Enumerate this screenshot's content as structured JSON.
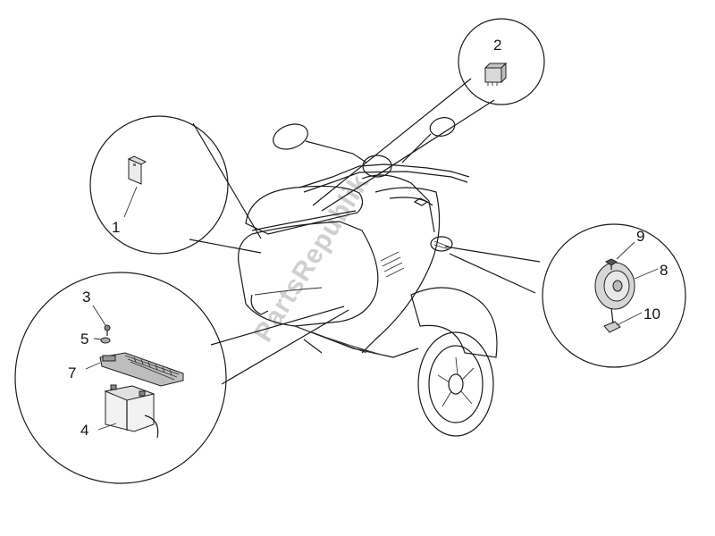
{
  "watermark": "PartsRepublik",
  "callouts": [
    {
      "id": "1",
      "label": "1"
    },
    {
      "id": "2",
      "label": "2"
    },
    {
      "id": "3",
      "label": "3"
    },
    {
      "id": "4",
      "label": "4"
    },
    {
      "id": "5",
      "label": "5"
    },
    {
      "id": "7",
      "label": "7"
    },
    {
      "id": "8",
      "label": "8"
    },
    {
      "id": "9",
      "label": "9"
    },
    {
      "id": "10",
      "label": "10"
    }
  ],
  "colors": {
    "line": "#1a1a1a",
    "background": "#ffffff",
    "watermark": "#d0d0d0"
  }
}
